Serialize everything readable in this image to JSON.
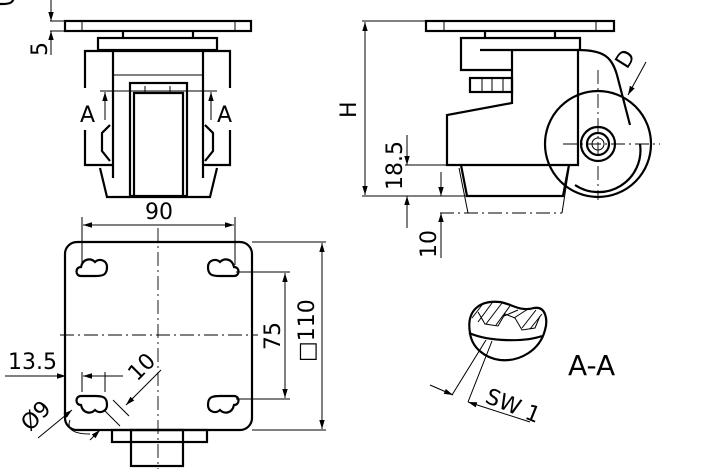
{
  "title": "Leveling caster technical drawing",
  "front_view": {
    "section_mark_left": "A",
    "section_mark_right": "A",
    "dim_plate_thickness": "5"
  },
  "side_view": {
    "dim_height": "H",
    "dim_wheel": "D",
    "dim_foot_height": "18.5",
    "dim_leveling_travel": "10"
  },
  "plate_view": {
    "dim_hole_spacing_x": "90",
    "dim_hole_spacing_y": "75",
    "dim_plate_size": "□110",
    "dim_edge_offset": "13.5",
    "dim_slot_length": "10",
    "dim_hole_diameter": "Ø9"
  },
  "section": {
    "label": "A-A",
    "dim_wrench": "SW 1"
  }
}
